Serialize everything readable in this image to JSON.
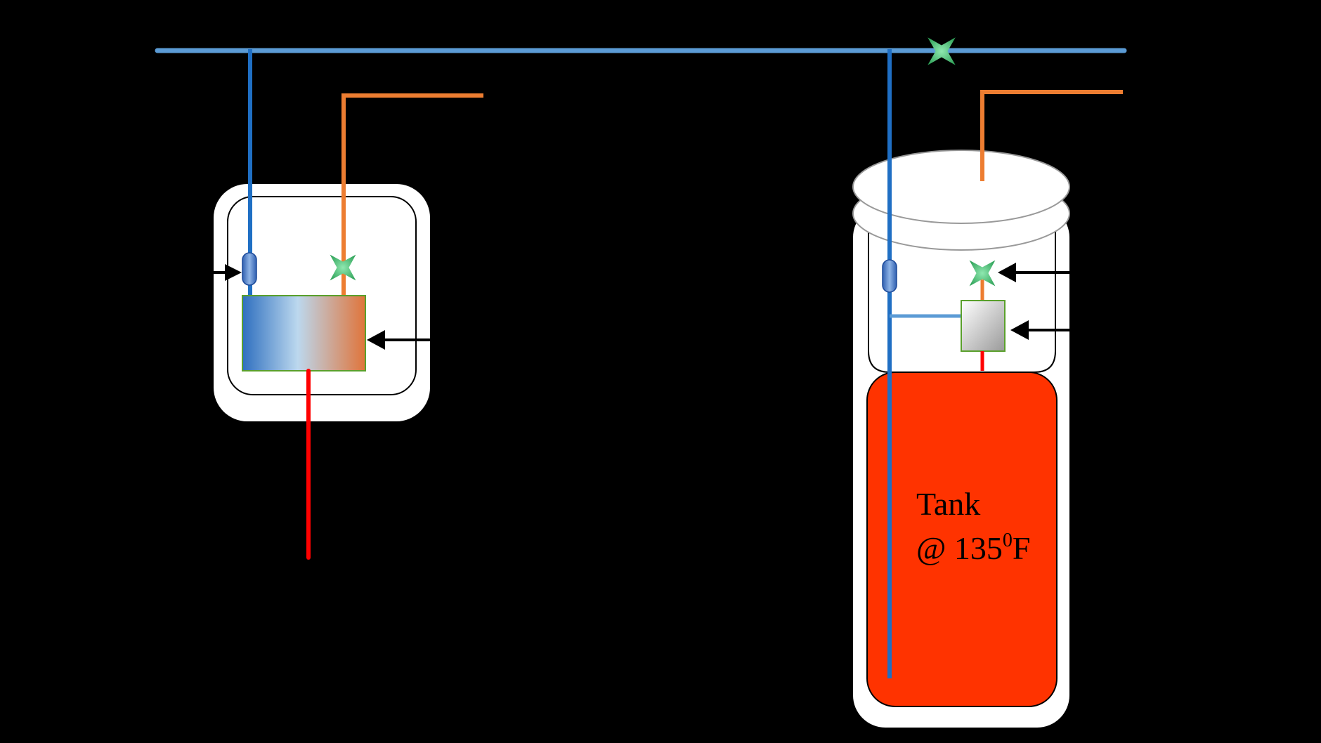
{
  "tank": {
    "label_line1": "Tank",
    "label_line2_prefix": "@ 135",
    "label_line2_sup": "0",
    "label_line2_suffix": "F"
  },
  "colors": {
    "background": "#000000",
    "cold_water_line": "#5b9bd5",
    "cold_water_pipe": "#1f6fc4",
    "hot_water_pipe": "#ed7d31",
    "heated_water_pipe": "#ff0000",
    "tank_water": "#ff3300",
    "valve_marker": "#1fa84a",
    "housing": "#ffffff",
    "arrow": "#000000"
  },
  "icons": {
    "valve_marker": "green-four-point-star-icon",
    "flow_sensor": "blue-cylinder-sensor-icon",
    "callout_arrow": "black-arrow-icon"
  }
}
